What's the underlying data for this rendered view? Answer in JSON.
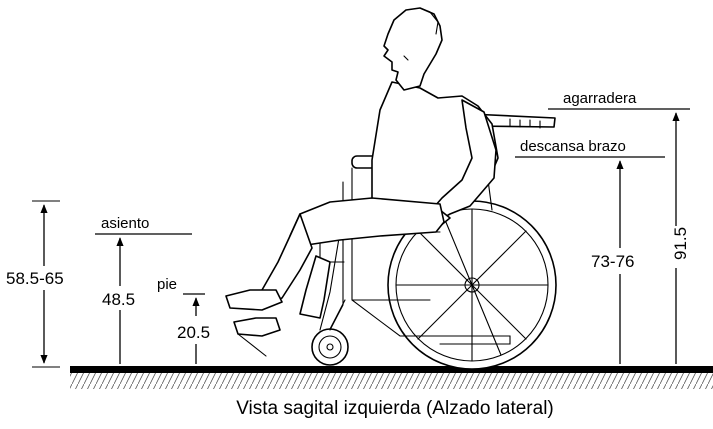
{
  "labels": {
    "agarradera": "agarradera",
    "descansa_brazo": "descansa brazo",
    "asiento": "asiento",
    "pie": "pie"
  },
  "dimensions": {
    "total_left": "58.5-65",
    "asiento": "48.5",
    "pie": "20.5",
    "descansa_brazo": "73-76",
    "agarradera": "91.5"
  },
  "caption": "Vista sagital izquierda (Alzado lateral)"
}
